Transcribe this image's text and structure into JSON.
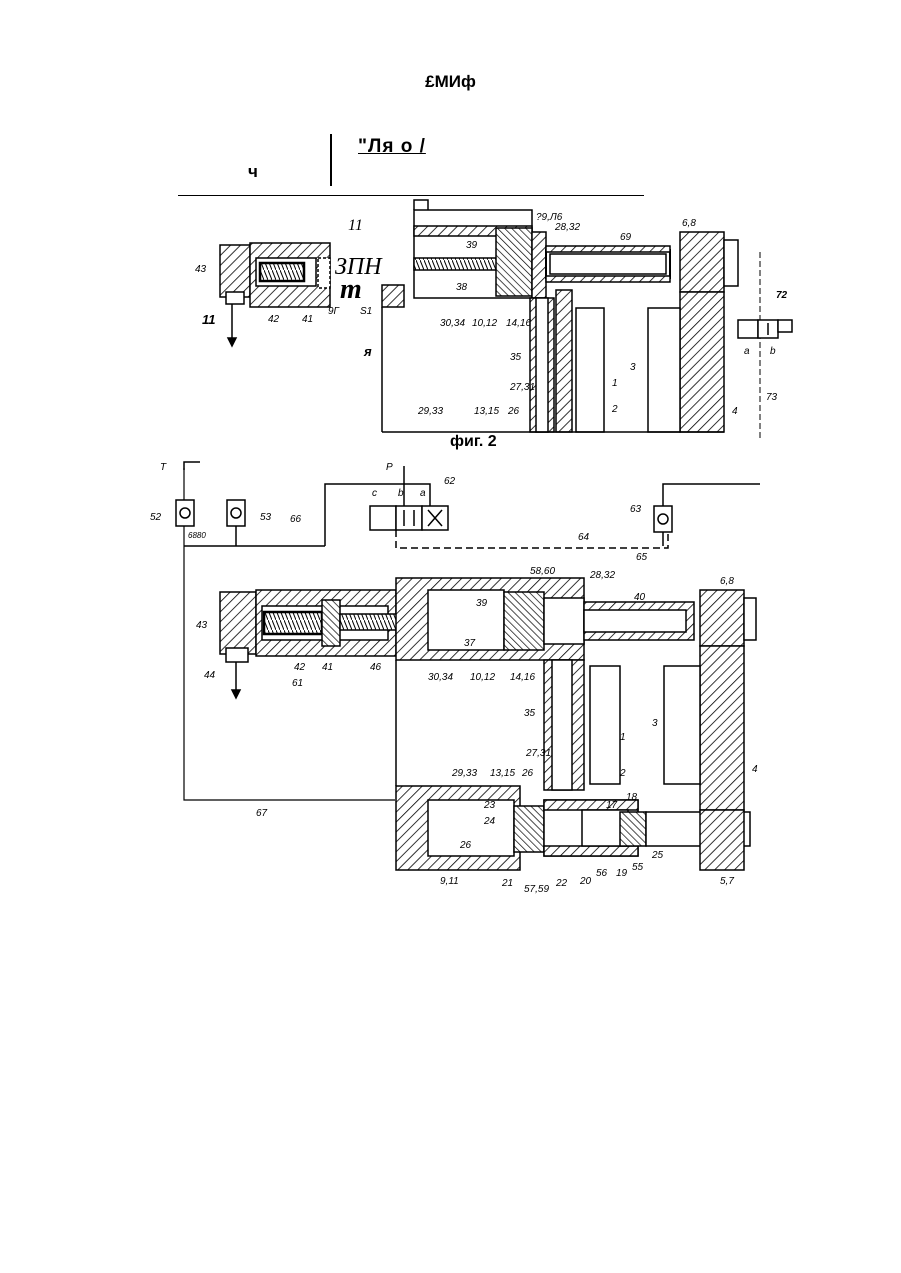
{
  "header": {
    "title": "£МИф",
    "right_text": "\"Ля о /",
    "left_text": "ч"
  },
  "figure_top": {
    "caption": "фиг. 2",
    "marker_11": "11",
    "marker_zpn": "ЗПН",
    "marker_m": "m",
    "marker_ya": "я",
    "mirrored_text": "?9,Л6",
    "labels": {
      "l43": "43",
      "l11": "11",
      "l42": "42",
      "l41": "41",
      "l9g": "9Г",
      "ls1": "S1",
      "l39": "39",
      "l38": "38",
      "l3034": "30,34",
      "l1012": "10,12",
      "l1416": "14,16",
      "l2832": "28,32",
      "l69": "69",
      "l68": "6,8",
      "l35": "35",
      "l2731": "27,31",
      "l1": "1",
      "l2": "2",
      "l3": "3",
      "l4": "4",
      "l26": "26",
      "l1315": "13,15",
      "l2933": "29,33",
      "l73": "73",
      "l72": "72",
      "la": "a",
      "lb": "b"
    }
  },
  "figure_bottom": {
    "labels": {
      "lT": "T",
      "lP": "P",
      "l52": "52",
      "l53": "53",
      "l66": "66",
      "l62": "62",
      "l63": "63",
      "l64": "64",
      "l65": "65",
      "lc": "c",
      "lb2": "b",
      "la2": "a",
      "l6880": "6880",
      "l5860": "58,60",
      "l2832": "28,32",
      "l40": "40",
      "l68": "6,8",
      "l39": "39",
      "l37": "37",
      "l43": "43",
      "l44": "44",
      "l61": "61",
      "l42": "42",
      "l41": "41",
      "l46": "46",
      "l3034": "30,34",
      "l1012": "10,12",
      "l1416": "14,16",
      "l35": "35",
      "l3": "3",
      "l1": "1",
      "l4": "4",
      "l2": "2",
      "l2731": "27,31",
      "l2933": "29,33",
      "l1315": "13,15",
      "l26a": "26",
      "l18": "18",
      "l17": "17",
      "l23": "23",
      "l24": "24",
      "l26b": "26",
      "l25": "25",
      "l55": "55",
      "l19": "19",
      "l56": "56",
      "l20": "20",
      "l22": "22",
      "l5759": "57,59",
      "l21": "21",
      "l911": "9,11",
      "l57": "5,7",
      "l67": "67"
    }
  }
}
